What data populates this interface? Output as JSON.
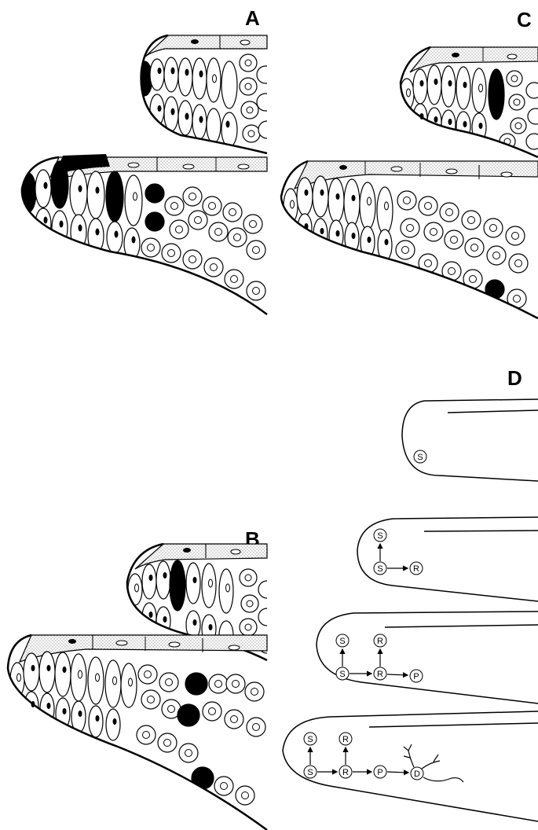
{
  "panels": [
    {
      "id": "A",
      "label": "A"
    },
    {
      "id": "B",
      "label": "B"
    },
    {
      "id": "C",
      "label": "C"
    },
    {
      "id": "D",
      "label": "D"
    }
  ],
  "lineage_codes": {
    "stem": "S",
    "renewing": "R",
    "progenitor": "P",
    "differentiated": "D"
  },
  "colors": {
    "ink": "#000000",
    "paper": "#ffffff",
    "stipple": "#777777"
  }
}
